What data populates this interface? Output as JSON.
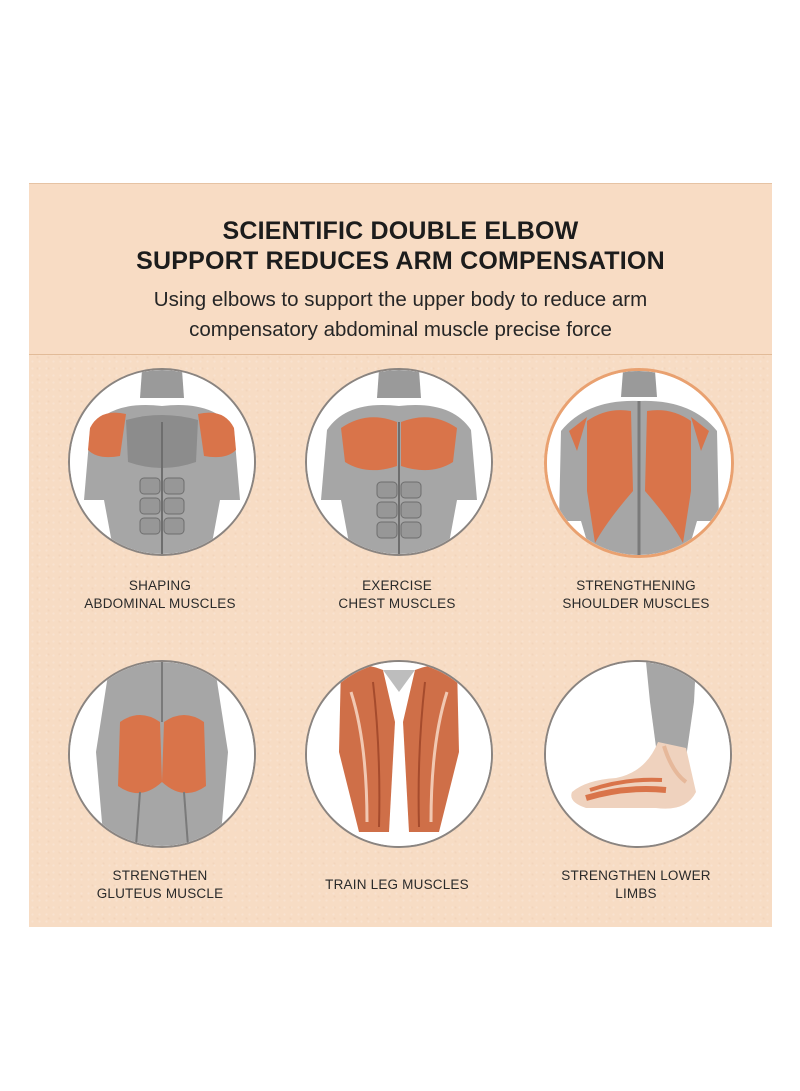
{
  "heading": {
    "line1": "SCIENTIFIC DOUBLE ELBOW",
    "line2": "SUPPORT REDUCES ARM COMPENSATION"
  },
  "subheading": {
    "line1": "Using elbows to support the upper body to reduce arm",
    "line2": "compensatory abdominal muscle precise force"
  },
  "items": [
    {
      "line1": "SHAPING",
      "line2": "ABDOMINAL MUSCLES",
      "icon": "torso-shoulders-icon"
    },
    {
      "line1": "EXERCISE",
      "line2": "CHEST MUSCLES",
      "icon": "torso-chest-icon"
    },
    {
      "line1": "STRENGTHENING",
      "line2": "SHOULDER MUSCLES",
      "icon": "back-icon"
    },
    {
      "line1": "STRENGTHEN",
      "line2": "GLUTEUS MUSCLE",
      "icon": "glutes-icon"
    },
    {
      "line1": "TRAIN LEG MUSCLES",
      "line2": "",
      "icon": "legs-icon"
    },
    {
      "line1": "STRENGTHEN LOWER",
      "line2": "LIMBS",
      "icon": "foot-icon"
    }
  ],
  "colors": {
    "background": "#f7dcc4",
    "muscle_highlight": "#d9744a",
    "muscle_gray": "#8f8f8f",
    "circle_border": "#8a8480",
    "circle_border_accent": "#e9a170"
  }
}
